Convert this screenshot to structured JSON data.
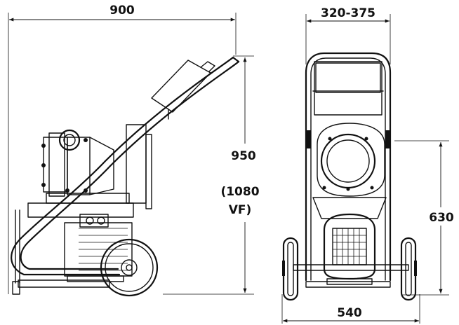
{
  "drawing": {
    "dimensions": {
      "overall_length": "900",
      "height_line1": "950",
      "height_line2": "(1080",
      "height_line3": "VF)",
      "handle_width": "320-375",
      "axle_height": "630",
      "track_width": "540"
    }
  }
}
